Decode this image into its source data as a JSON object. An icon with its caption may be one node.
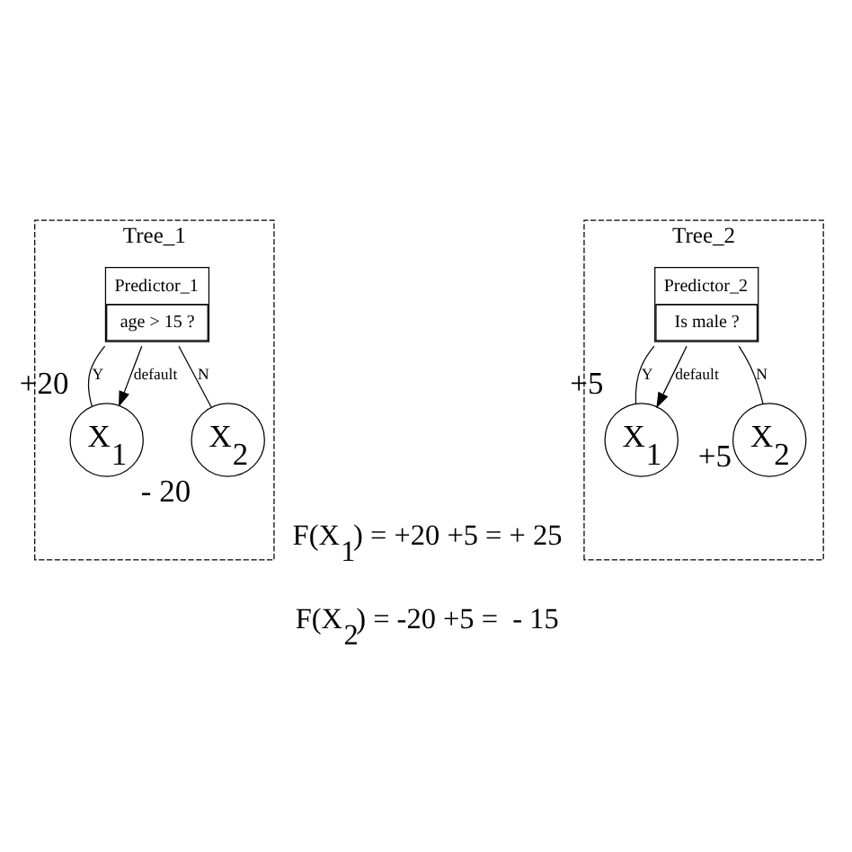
{
  "diagram": {
    "nodes": [
      {
        "text": [
          "Tree_1"
        ]
      },
      {
        "text": [
          "Predictor_1",
          "age > 15 ?"
        ],
        "in": 0
      },
      {
        "text": [
          "X$_{1}$"
        ],
        "in": 0,
        "beside": [
          "+20"
        ]
      },
      {
        "text": [
          "X$_{2}$"
        ],
        "in": 0,
        "beside": [
          "- 20"
        ]
      },
      {
        "text": [
          "Tree_2"
        ]
      },
      {
        "text": [
          "Predictor_2",
          "Is male ?"
        ],
        "in": 4
      },
      {
        "text": [
          "X$_{1}$"
        ],
        "in": 4,
        "beside": [
          "+5"
        ]
      },
      {
        "text": [
          "X$_{2}$"
        ],
        "in": 4,
        "beside": [
          "+5"
        ]
      }
    ],
    "edges": [
      {
        "from": 1,
        "to": 2,
        "arrow": "none",
        "label": "Y"
      },
      {
        "from": 1,
        "to": 2,
        "arrow": "to",
        "label": "default"
      },
      {
        "from": 1,
        "to": 3,
        "arrow": "none",
        "label": "N"
      },
      {
        "from": 5,
        "to": 6,
        "arrow": "none",
        "label": "Y"
      },
      {
        "from": 5,
        "to": 6,
        "arrow": "to",
        "label": "default"
      },
      {
        "from": 5,
        "to": 7,
        "arrow": "none",
        "label": "N"
      }
    ],
    "labels": [
      "F(X$_{1}$) = +20 +5 = + 25",
      "F(X$_{2}$) = -20 +5 =  - 15"
    ]
  }
}
